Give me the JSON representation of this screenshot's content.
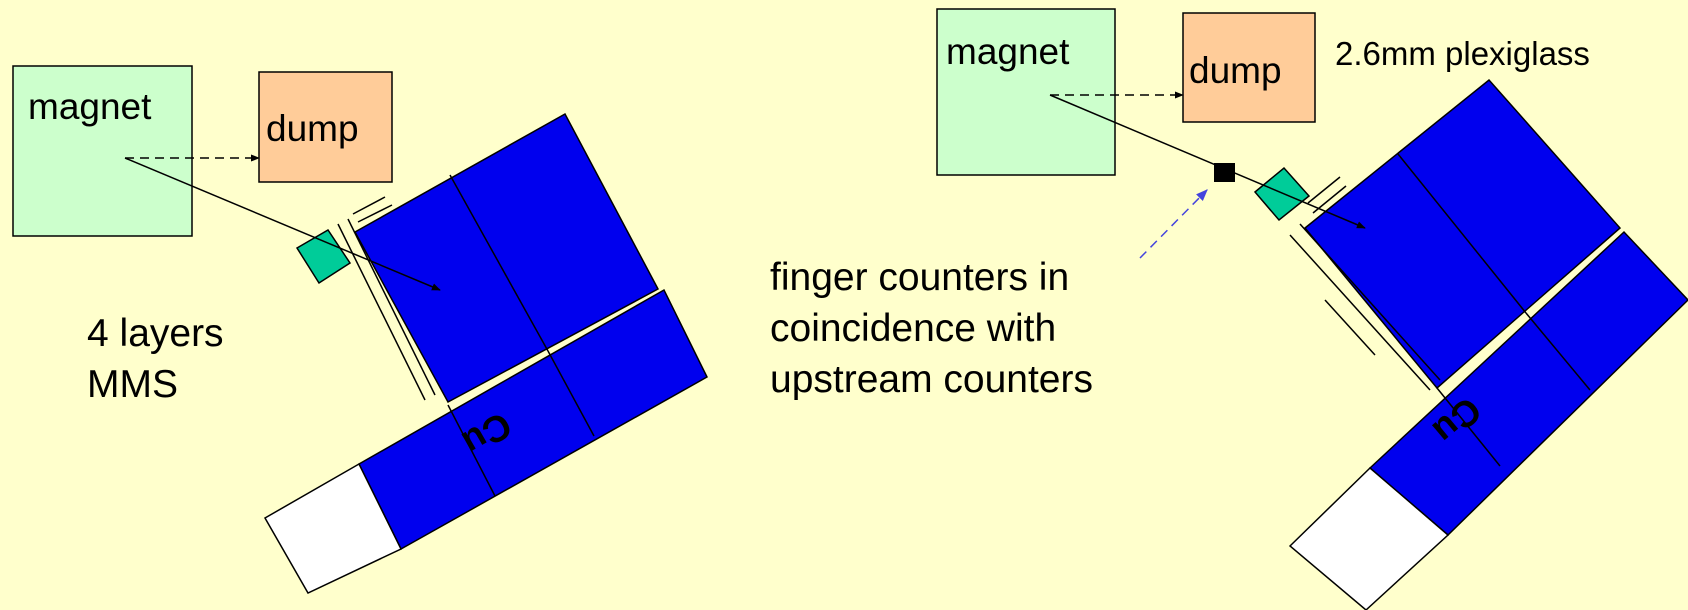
{
  "colors": {
    "background": "#ffffcc",
    "magnet": "#ccffcc",
    "dump": "#ffcc99",
    "calorimeter": "#0000ee",
    "counter": "#00cc99",
    "arrow_blue": "#4444dd"
  },
  "left_setup": {
    "magnet_label": "magnet",
    "dump_label": "dump",
    "layers_note": [
      "4 layers",
      "MMS"
    ],
    "absorber_label": "Cu"
  },
  "right_setup": {
    "magnet_label": "magnet",
    "dump_label": "dump",
    "plexiglass_note": "2.6mm plexiglass",
    "finger_note": [
      "finger counters in",
      "coincidence with",
      "upstream counters"
    ],
    "absorber_label": "Cu"
  },
  "icons": [
    "arrow-head-icon",
    "finger-counter-icon"
  ]
}
